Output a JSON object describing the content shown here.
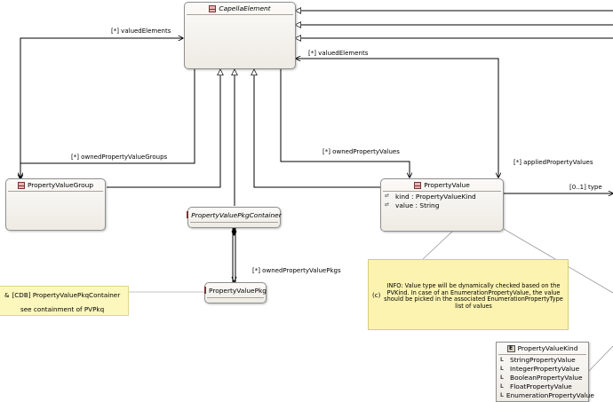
{
  "classes": {
    "capella_element": "CapellaElement",
    "property_value_group": "PropertyValueGroup",
    "property_value_pkg_container": "PropertyValuePkgContainer",
    "property_value_pkg": "PropertyValuePkg",
    "property_value": {
      "name": "PropertyValue",
      "attributes": [
        "kind : PropertyValueKind",
        "value : String"
      ]
    },
    "property_value_kind": {
      "name": "PropertyValueKind",
      "literals": [
        "StringPropertyValue",
        "IntegerPropertyValue",
        "BooleanPropertyValue",
        "FloatPropertyValue",
        "EnumerationPropertyValue"
      ]
    }
  },
  "edges": {
    "valued_elements_left": "[*] valuedElements",
    "valued_elements_right": "[*] valuedElements",
    "owned_property_value_groups": "[*] ownedPropertyValueGroups",
    "owned_property_values": "[*] ownedPropertyValues",
    "applied_property_values": "[*] appliedPropertyValues",
    "type": "[0..1] type",
    "owned_property_value_pkgs": "[*] ownedPropertyValuePkgs"
  },
  "notes": {
    "info": {
      "marker": "(c)",
      "lines": [
        "INFO: Value type will be dynamically checked based on the",
        "PVKind. In case of an EnumerationPropertyValue, the value",
        "should be picked in the associated EnumerationPropertyType",
        "list of values"
      ]
    },
    "cdb": {
      "title": "[CDB] PropertyValuePkqContainer",
      "body": "see containment of PVPkq"
    }
  },
  "colors": {
    "class_border": "#8f8f8f",
    "class_fill": "#f4f2ed",
    "note_fill": "#fcf3b0",
    "class_icon": "#e7b4b4"
  }
}
